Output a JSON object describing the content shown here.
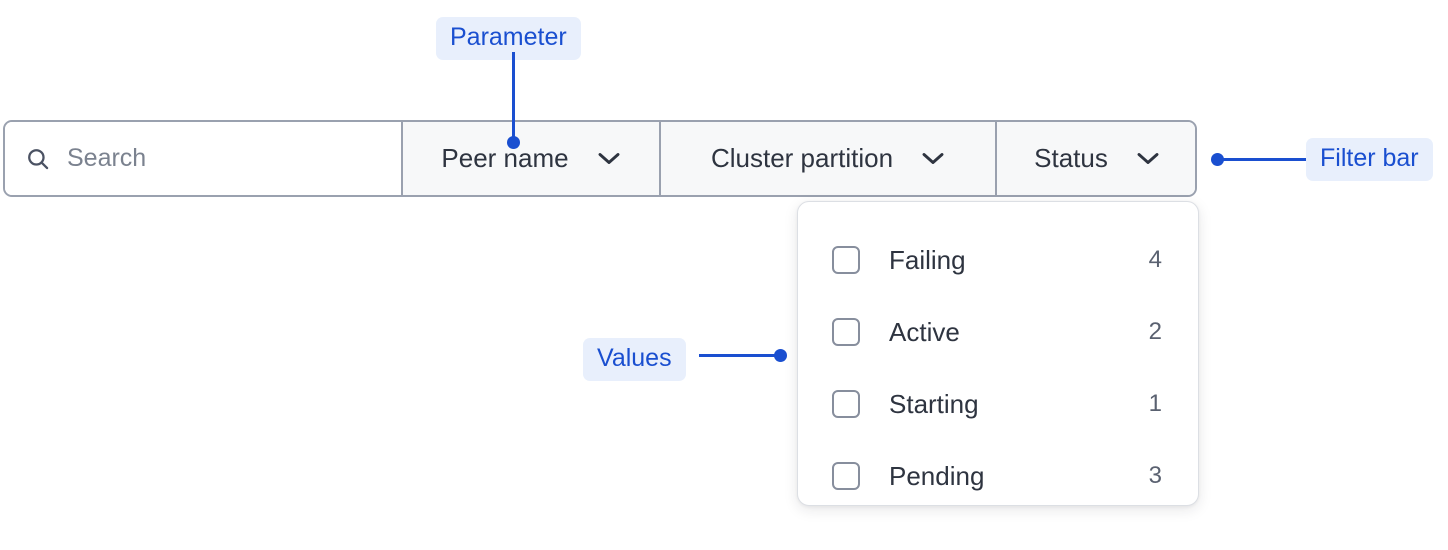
{
  "filter_bar": {
    "search": {
      "icon": "search-icon",
      "placeholder": "Search",
      "value": ""
    },
    "selects": [
      {
        "label": "Peer name",
        "icon": "chevron-down-icon"
      },
      {
        "label": "Cluster partition",
        "icon": "chevron-down-icon"
      },
      {
        "label": "Status",
        "icon": "chevron-down-icon"
      }
    ]
  },
  "dropdown": {
    "open_for": "Status",
    "options": [
      {
        "label": "Failing",
        "count": "4",
        "checked": false
      },
      {
        "label": "Active",
        "count": "2",
        "checked": false
      },
      {
        "label": "Starting",
        "count": "1",
        "checked": false
      },
      {
        "label": "Pending",
        "count": "3",
        "checked": false
      }
    ]
  },
  "annotations": {
    "parameter": "Parameter",
    "filter_bar": "Filter bar",
    "values": "Values"
  },
  "colors": {
    "annotation_text": "#1a4fd0",
    "annotation_chip_bg": "#e8effc",
    "border": "#9aa1af",
    "text": "#2e3440",
    "muted_text": "#5a6170",
    "placeholder": "#7b828f",
    "select_bg": "#f7f8f9",
    "panel_bg": "#ffffff"
  }
}
